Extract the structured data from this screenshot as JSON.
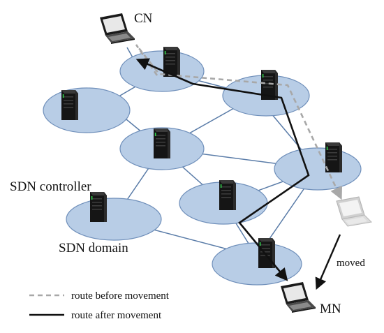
{
  "labels": {
    "cn": "CN",
    "mn": "MN",
    "sdn_controller": "SDN controller",
    "sdn_domain": "SDN domain",
    "moved": "moved"
  },
  "legend": {
    "before": "route before movement",
    "after": "route after movement"
  },
  "colors": {
    "domain_fill": "#b8cde6",
    "domain_stroke": "#6f8fba",
    "link": "#5a7ca8",
    "route_before": "#a8a8a8",
    "route_after": "#111111",
    "server_body": "#1a1a1a",
    "server_led": "#2fd24a"
  },
  "icons": {
    "server": "server-icon",
    "laptop": "laptop-icon",
    "laptop_ghost": "laptop-moved-icon"
  }
}
